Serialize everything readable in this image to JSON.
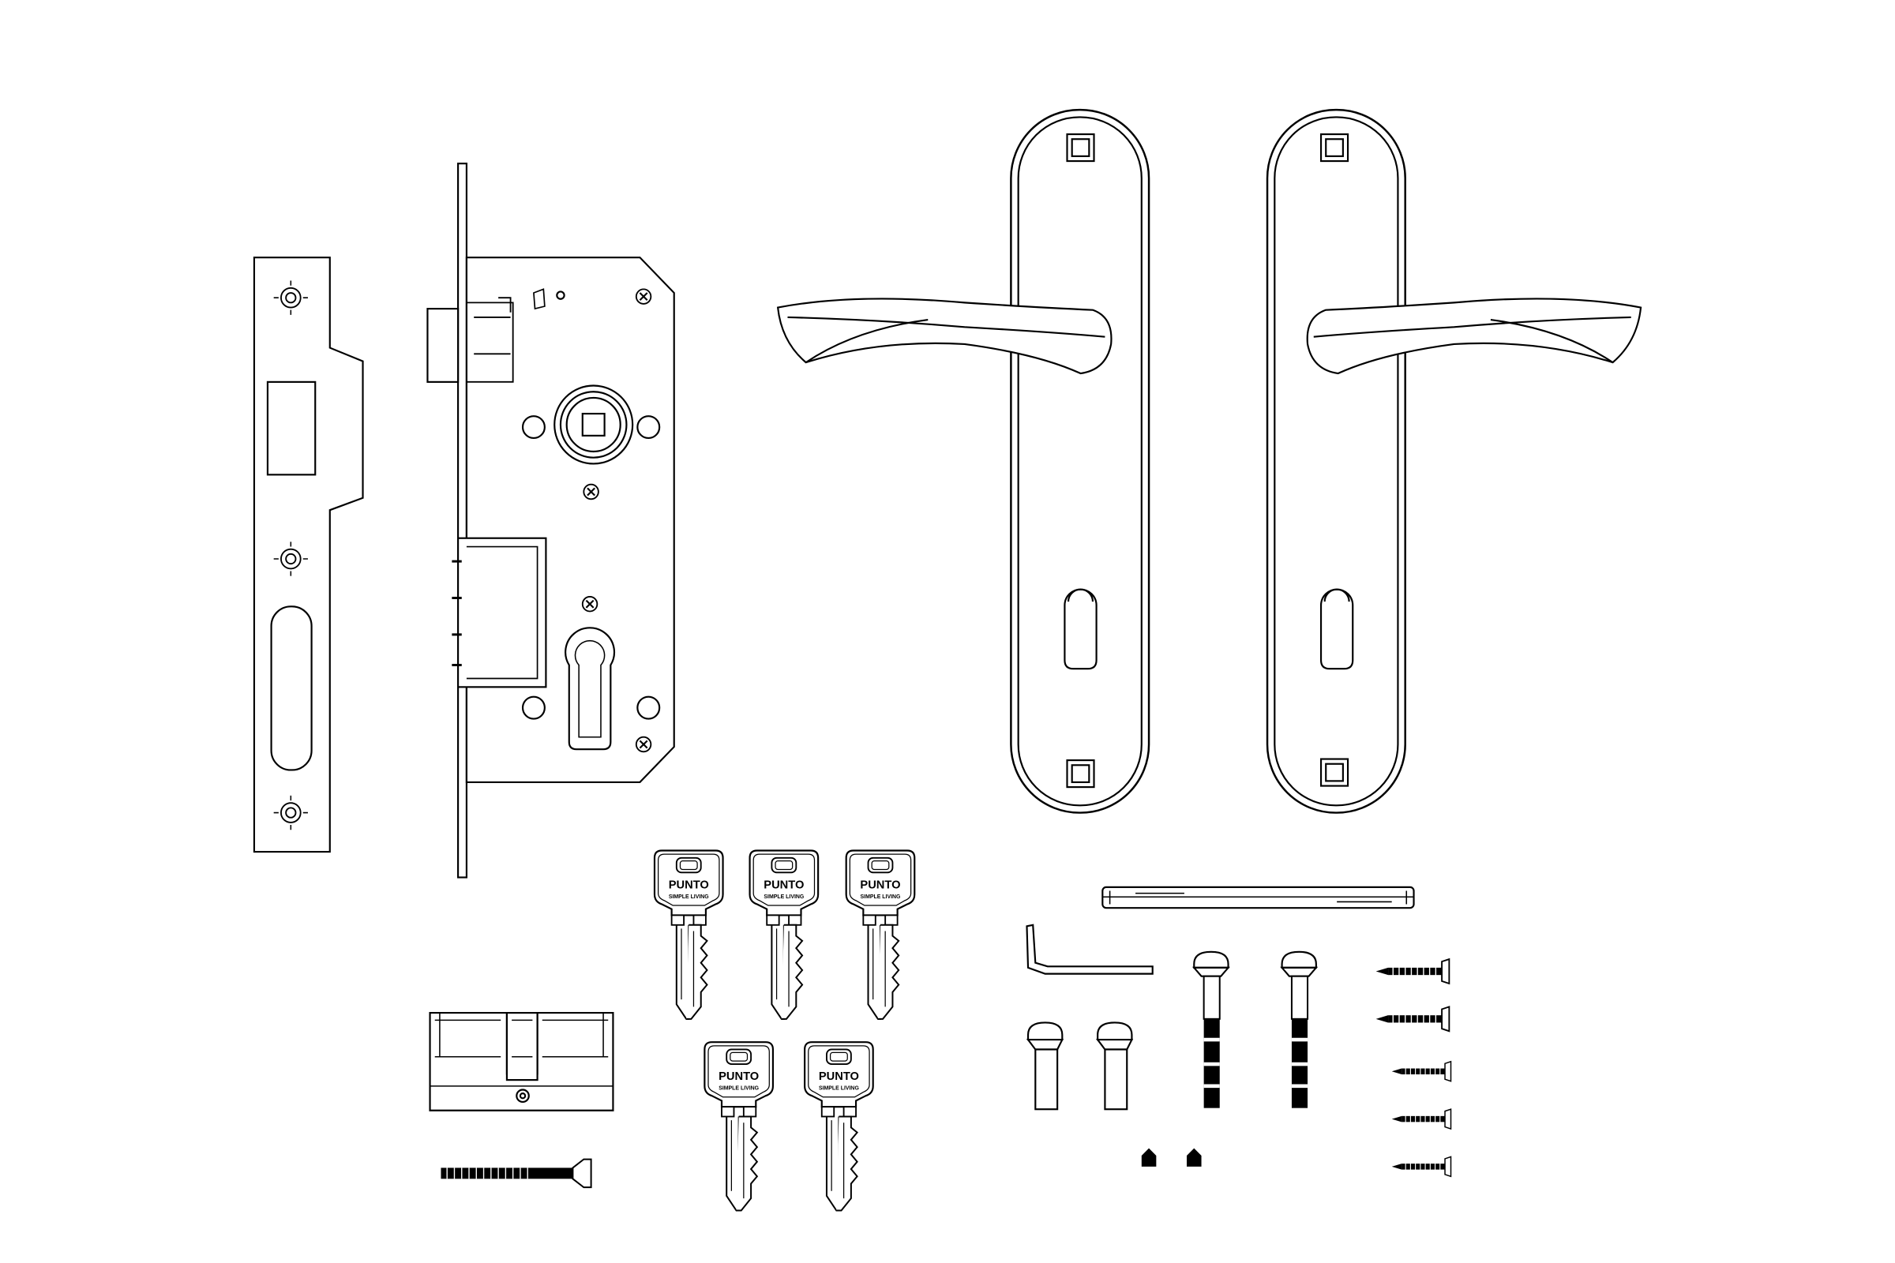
{
  "keys": [
    {
      "brand": "PUNTO",
      "tagline": "SIMPLE LIVING"
    },
    {
      "brand": "PUNTO",
      "tagline": "SIMPLE LIVING"
    },
    {
      "brand": "PUNTO",
      "tagline": "SIMPLE LIVING"
    },
    {
      "brand": "PUNTO",
      "tagline": "SIMPLE LIVING"
    },
    {
      "brand": "PUNTO",
      "tagline": "SIMPLE LIVING"
    }
  ]
}
